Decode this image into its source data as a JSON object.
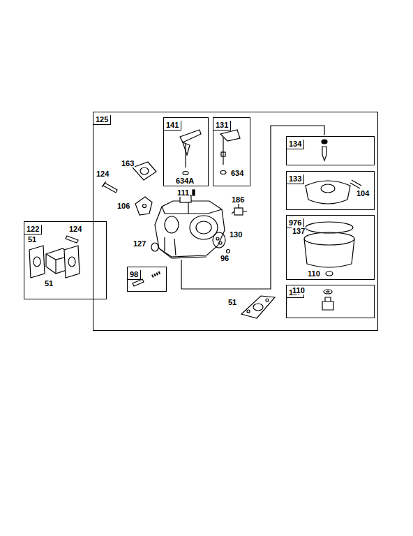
{
  "diagram": {
    "nodes": [
      {
        "text": [
          "125"
        ]
      },
      {
        "text": [
          "141"
        ],
        "in": 0
      },
      {
        "text": [
          "131"
        ],
        "in": 0
      },
      {
        "text": [
          "134"
        ],
        "in": 0
      },
      {
        "text": [
          "133"
        ],
        "in": 0
      },
      {
        "text": [
          "122"
        ]
      },
      {
        "text": [
          "976"
        ],
        "in": 0
      },
      {
        "text": [
          "98"
        ],
        "in": 0
      },
      {
        "text": [
          "117"
        ],
        "in": 0
      }
    ],
    "labels": [
      "163",
      "124",
      "106",
      "111",
      "634A",
      "634",
      "186",
      "130",
      "127",
      "96",
      "51",
      "104",
      "137",
      "110",
      "110",
      "124",
      "51",
      "51"
    ]
  }
}
